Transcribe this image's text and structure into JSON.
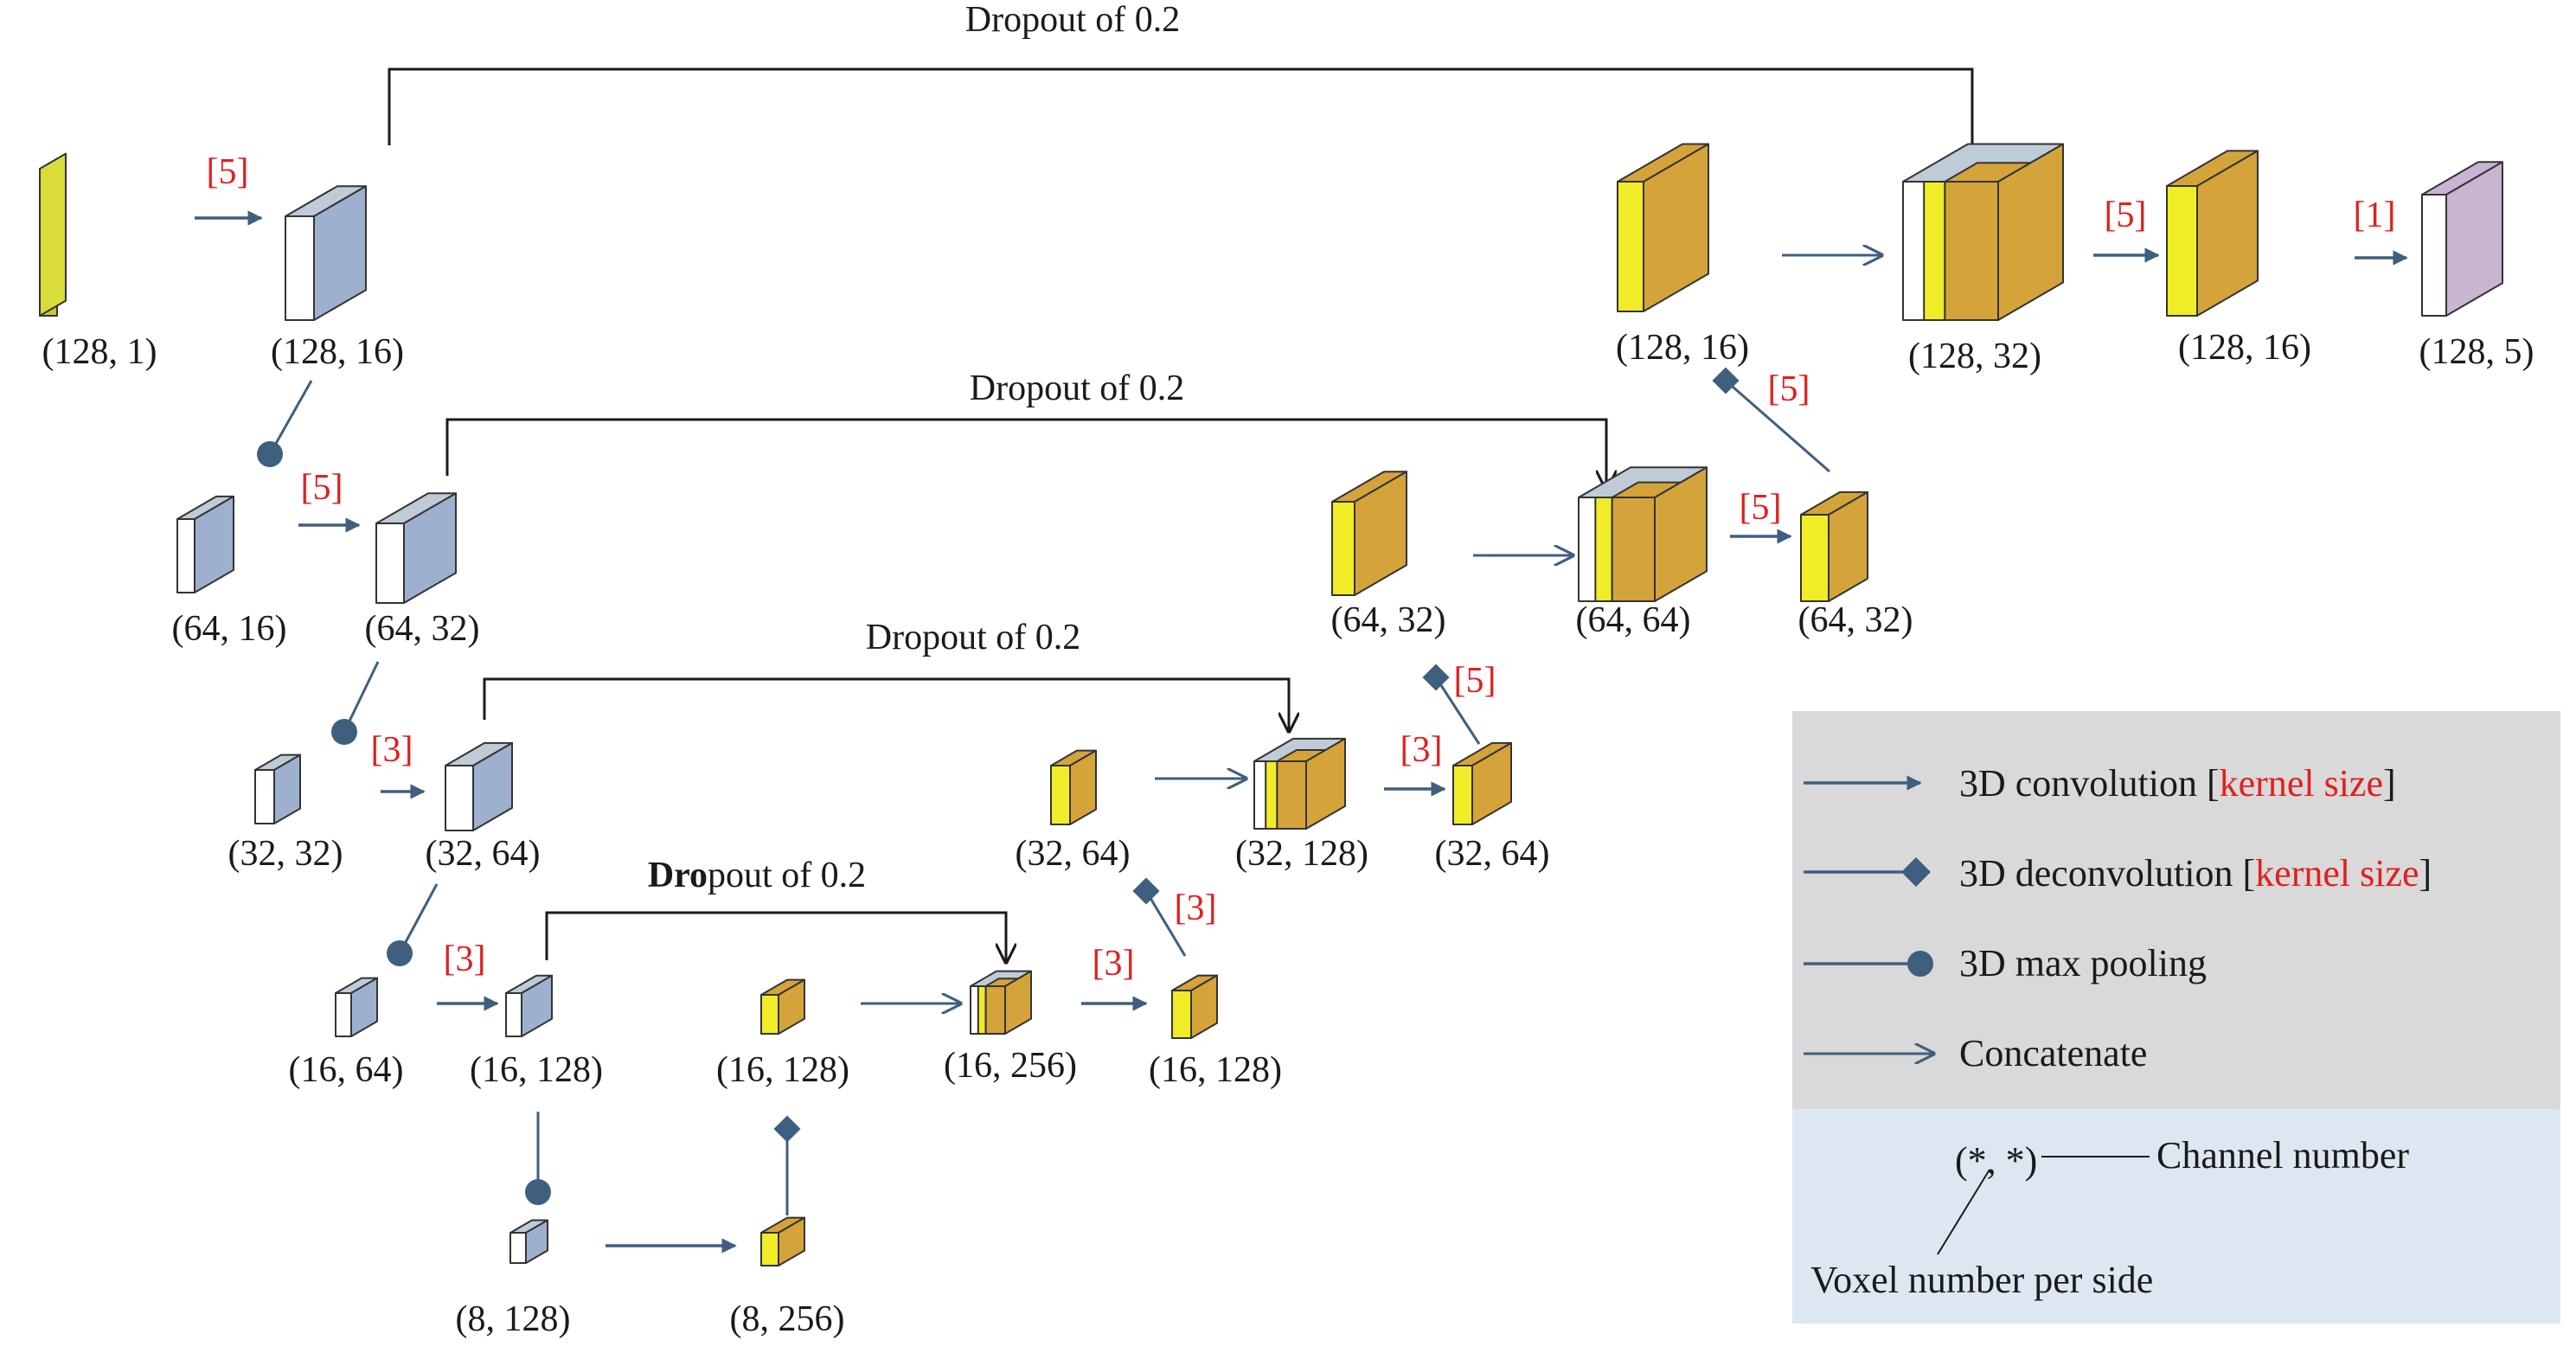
{
  "colors": {
    "blue": "#9db1cf",
    "top_blue": "#bfcbd6",
    "gold": "#d4a43a",
    "yellow": "#f0ec28",
    "lime": "#d9dc3a",
    "purple": "#c9b4d2",
    "arrow": "#3f5f7f",
    "kernel_red": "#e02020",
    "legend_gray": "#d9d9d9",
    "legend_blue": "#dde7f2"
  },
  "blocks": [
    {
      "id": "in",
      "label": "(128, 1)",
      "style": "lime"
    },
    {
      "id": "e1",
      "label": "(128, 16)",
      "style": "blue"
    },
    {
      "id": "p1",
      "label": "(64, 16)",
      "style": "blue"
    },
    {
      "id": "e2",
      "label": "(64, 32)",
      "style": "blue"
    },
    {
      "id": "p2",
      "label": "(32, 32)",
      "style": "blue"
    },
    {
      "id": "e3",
      "label": "(32, 64)",
      "style": "blue"
    },
    {
      "id": "p3",
      "label": "(16, 64)",
      "style": "blue"
    },
    {
      "id": "e4",
      "label": "(16, 128)",
      "style": "blue"
    },
    {
      "id": "p4",
      "label": "(8, 128)",
      "style": "blue"
    },
    {
      "id": "b",
      "label": "(8, 256)",
      "style": "gold"
    },
    {
      "id": "u4",
      "label": "(16, 128)",
      "style": "gold"
    },
    {
      "id": "c4",
      "label": "(16, 256)",
      "style": "concat"
    },
    {
      "id": "d4",
      "label": "(16, 128)",
      "style": "gold"
    },
    {
      "id": "u3",
      "label": "(32, 64)",
      "style": "gold"
    },
    {
      "id": "c3",
      "label": "(32, 128)",
      "style": "concat"
    },
    {
      "id": "d3",
      "label": "(32, 64)",
      "style": "gold"
    },
    {
      "id": "u2",
      "label": "(64, 32)",
      "style": "gold"
    },
    {
      "id": "c2",
      "label": "(64, 64)",
      "style": "concat"
    },
    {
      "id": "d2",
      "label": "(64, 32)",
      "style": "gold"
    },
    {
      "id": "u1",
      "label": "(128, 16)",
      "style": "gold"
    },
    {
      "id": "c1",
      "label": "(128, 32)",
      "style": "concat"
    },
    {
      "id": "d1",
      "label": "(128, 16)",
      "style": "gold"
    },
    {
      "id": "out",
      "label": "(128, 5)",
      "style": "purple"
    }
  ],
  "kernel_labels": {
    "in_e1": "[5]",
    "p1_e2": "[5]",
    "p2_e3": "[3]",
    "p3_e4": "[3]",
    "c4_d4": "[3]",
    "d4_u3": "[3]",
    "c3_d3": "[3]",
    "d3_u2": "[5]",
    "c2_d2": "[5]",
    "d2_u1": "[5]",
    "c1_d1": "[5]",
    "d1_out": "[1]"
  },
  "dropout_labels": {
    "level1": "Dropout    of    0.2",
    "level2": "Dropout    of    0.2",
    "level3": "Dropout    of    0.2",
    "level4_bold": "Dro",
    "level4_rest": "pout of    0.2"
  },
  "legend": {
    "conv": "3D convolution [",
    "conv_ks": "kernel size",
    "conv_end": "]",
    "deconv": "3D deconvolution [",
    "deconv_ks": "kernel size",
    "deconv_end": "]",
    "pool": "3D max pooling",
    "concat": "Concatenate",
    "notation": "(*, *)",
    "channel": "Channel number",
    "voxel": "Voxel number per side"
  }
}
